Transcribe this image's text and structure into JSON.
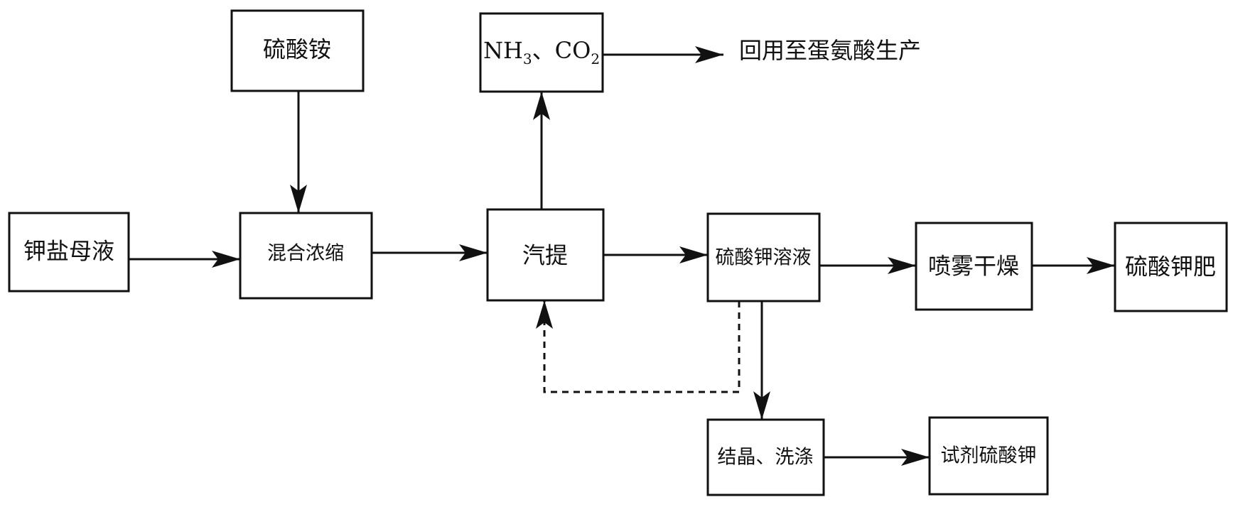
{
  "nodes": {
    "ammonium_sulfate": "硫酸铵",
    "potassium_mother_liquor": "钾盐母液",
    "mix_concentrate": "混合浓缩",
    "stripping": "汽提",
    "gases": {
      "nh": "NH",
      "nh_sub": "3",
      "sep": "、CO",
      "co_sub": "2"
    },
    "reuse": "回用至蛋氨酸生产",
    "k2so4_solution": "硫酸钾溶液",
    "spray_dry": "喷雾干燥",
    "k2so4_fertilizer": "硫酸钾肥",
    "crystallize_wash": "结晶、洗涤",
    "reagent_k2so4": "试剂硫酸钾"
  }
}
